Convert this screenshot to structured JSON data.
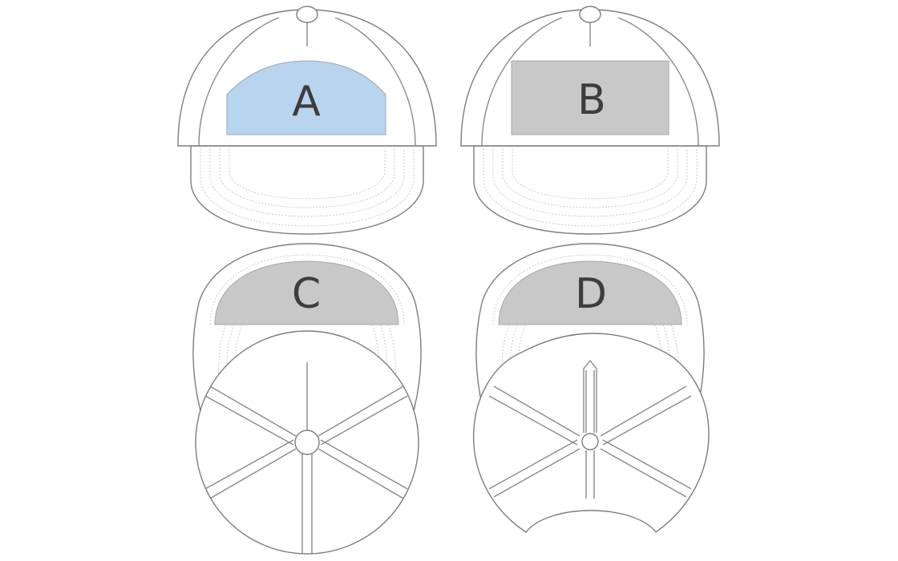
{
  "colors": {
    "outline": "#7d7d7d",
    "stitching": "#c4c4c4",
    "highlight_area": "#b8d4ee",
    "standard_area": "#c8c8c8",
    "label_text": "#3d3d3d"
  },
  "views": [
    {
      "id": "front-left",
      "label": "A",
      "area_shape": "curved-top panel",
      "highlighted": true
    },
    {
      "id": "front-right",
      "label": "B",
      "area_shape": "rectangle",
      "highlighted": false
    },
    {
      "id": "under-left",
      "label": "C",
      "area_shape": "semicircle",
      "highlighted": false
    },
    {
      "id": "under-right",
      "label": "D",
      "area_shape": "semicircle",
      "highlighted": false
    }
  ]
}
